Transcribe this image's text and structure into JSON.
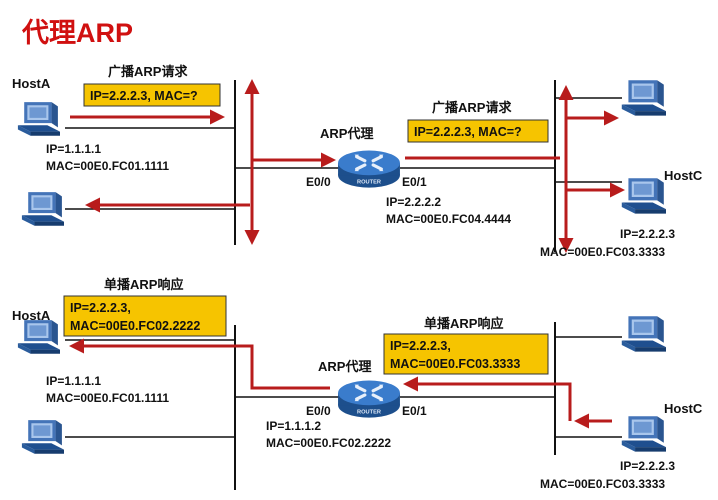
{
  "title": "代理ARP",
  "top": {
    "hostA": {
      "name": "HostA",
      "ip": "IP=1.1.1.1",
      "mac": "MAC=00E0.FC01.1111"
    },
    "broadcast_left": {
      "label": "广播ARP请求",
      "box": "IP=2.2.2.3, MAC=?"
    },
    "router": {
      "name": "ARP代理",
      "badge": "ROUTER",
      "port_left": "E0/0",
      "port_right": "E0/1",
      "ip": "IP=2.2.2.2",
      "mac": "MAC=00E0.FC04.4444"
    },
    "broadcast_right": {
      "label": "广播ARP请求",
      "box": "IP=2.2.2.3, MAC=?"
    },
    "hostC": {
      "name": "HostC",
      "ip": "IP=2.2.2.3",
      "mac": "MAC=00E0.FC03.3333"
    }
  },
  "bottom": {
    "hostA": {
      "name": "HostA",
      "ip": "IP=1.1.1.1",
      "mac": "MAC=00E0.FC01.1111"
    },
    "unicast_left": {
      "label": "单播ARP响应",
      "box_line1": "IP=2.2.2.3,",
      "box_line2": "MAC=00E0.FC02.2222"
    },
    "router": {
      "name": "ARP代理",
      "badge": "ROUTER",
      "port_left": "E0/0",
      "port_right": "E0/1",
      "ip": "IP=1.1.1.2",
      "mac": "MAC=00E0.FC02.2222"
    },
    "unicast_right": {
      "label": "单播ARP响应",
      "box_line1": "IP=2.2.2.3,",
      "box_line2": "MAC=00E0.FC03.3333"
    },
    "hostC": {
      "name": "HostC",
      "ip": "IP=2.2.2.3",
      "mac": "MAC=00E0.FC03.3333"
    }
  },
  "colors": {
    "arrow": "#b81c1c",
    "line": "#111111",
    "box_fill": "#f6c400",
    "computer": "#4474b8",
    "router": "#2f6bb5",
    "title": "#d01010"
  },
  "icons": {
    "computer": "computer-icon",
    "router": "router-icon"
  }
}
